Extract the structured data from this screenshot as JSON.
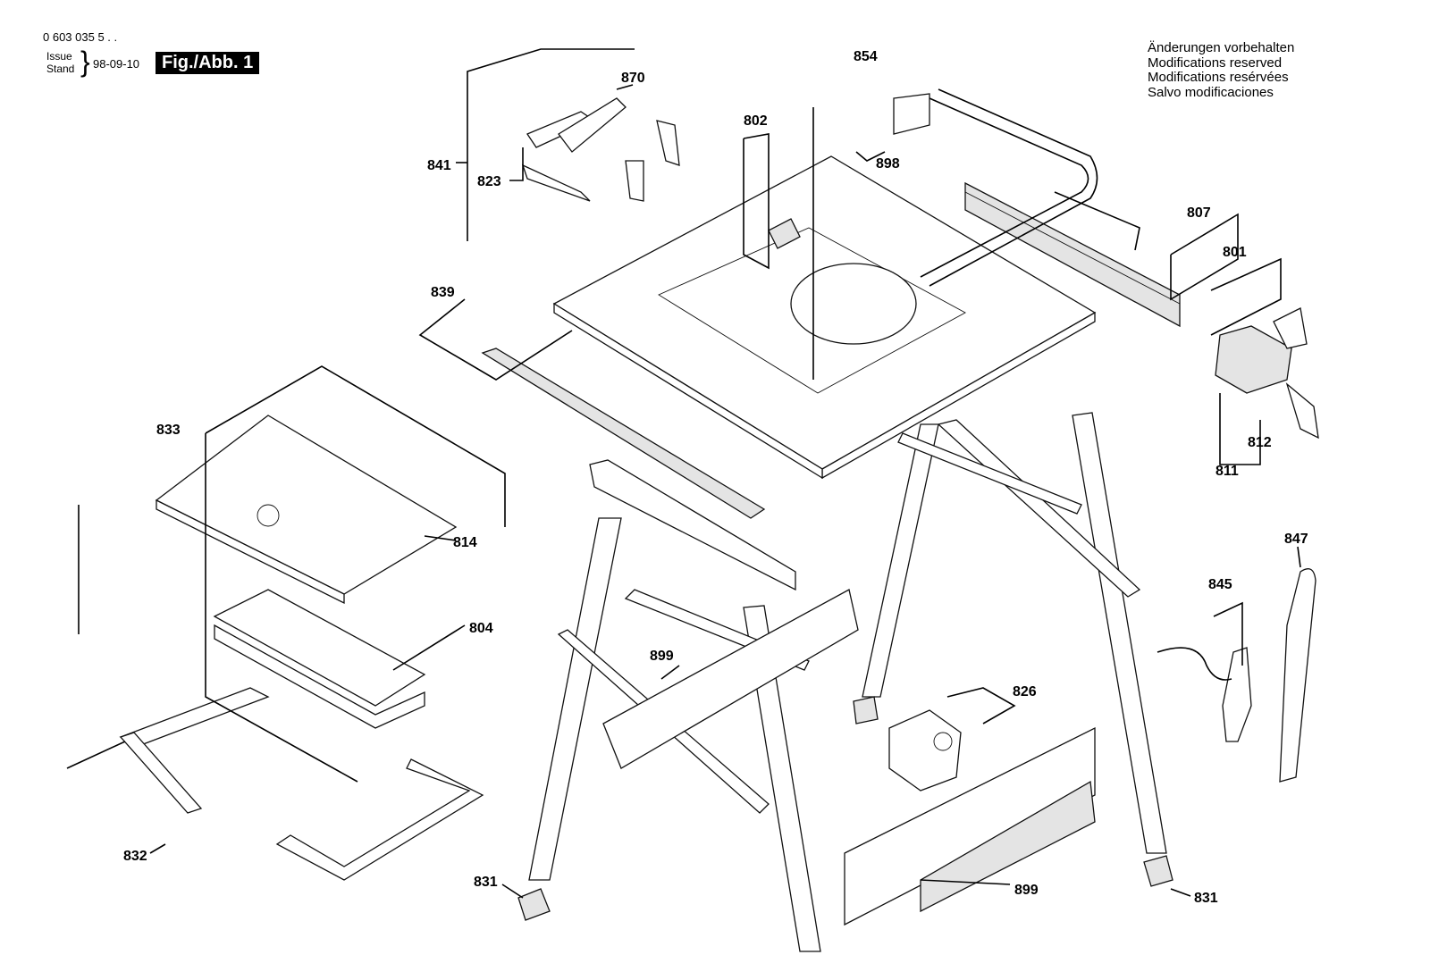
{
  "header": {
    "doc_number": "0 603 035 5 . .",
    "issue_label": "Issue",
    "stand_label": "Stand",
    "issue_date": "98-09-10",
    "figure_label": "Fig./Abb. 1"
  },
  "notice": [
    "Änderungen vorbehalten",
    "Modifications reserved",
    "Modifications resérvées",
    "Salvo modificaciones"
  ],
  "callouts": {
    "p870": "870",
    "p854": "854",
    "p802": "802",
    "p841": "841",
    "p823": "823",
    "p898": "898",
    "p807": "807",
    "p801": "801",
    "p839": "839",
    "p833": "833",
    "p812": "812",
    "p811": "811",
    "p814": "814",
    "p847": "847",
    "p845": "845",
    "p804": "804",
    "p899a": "899",
    "p826": "826",
    "p832": "832",
    "p831a": "831",
    "p899b": "899",
    "p831b": "831"
  }
}
